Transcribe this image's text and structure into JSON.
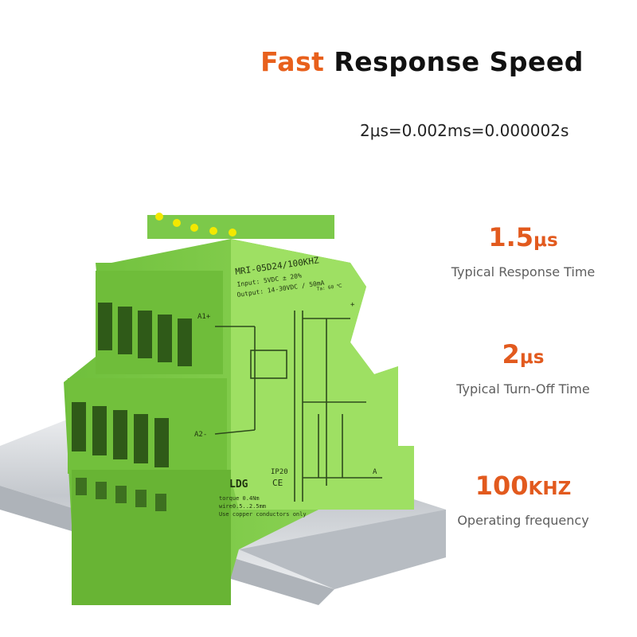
{
  "header": {
    "title_accent": "Fast",
    "title_rest": "Response Speed",
    "subtitle": "2μs=0.002ms=0.000002s"
  },
  "specs": [
    {
      "value": "1.5",
      "unit": "μs",
      "label": "Typical Response Time"
    },
    {
      "value": "2",
      "unit": "μs",
      "label": "Typical  Turn-Off Time"
    },
    {
      "value": "100",
      "unit": "KHZ",
      "label": "Operating frequency"
    }
  ],
  "product": {
    "model": "MRI-05D24/100KHZ",
    "input_spec": "Input:   5VDC ± 20%",
    "output_spec": "Output: 14-30VDC / 50mA",
    "temp": "Ta: 60 ℃",
    "a1_label": "A1+",
    "a2_label": "A2-",
    "ip_rating": "IP20",
    "brand": "LDG",
    "ce_mark": "CE",
    "note_torque": "torque 0.4Nm",
    "note_wire": "wire0.5..2.5mm",
    "note_copper": "Use copper conductors only",
    "plus_label": "+",
    "a_label": "A",
    "colors": {
      "body": "#86d14e",
      "body_dark": "#5fa832",
      "rail": "#c9ccd1"
    }
  }
}
